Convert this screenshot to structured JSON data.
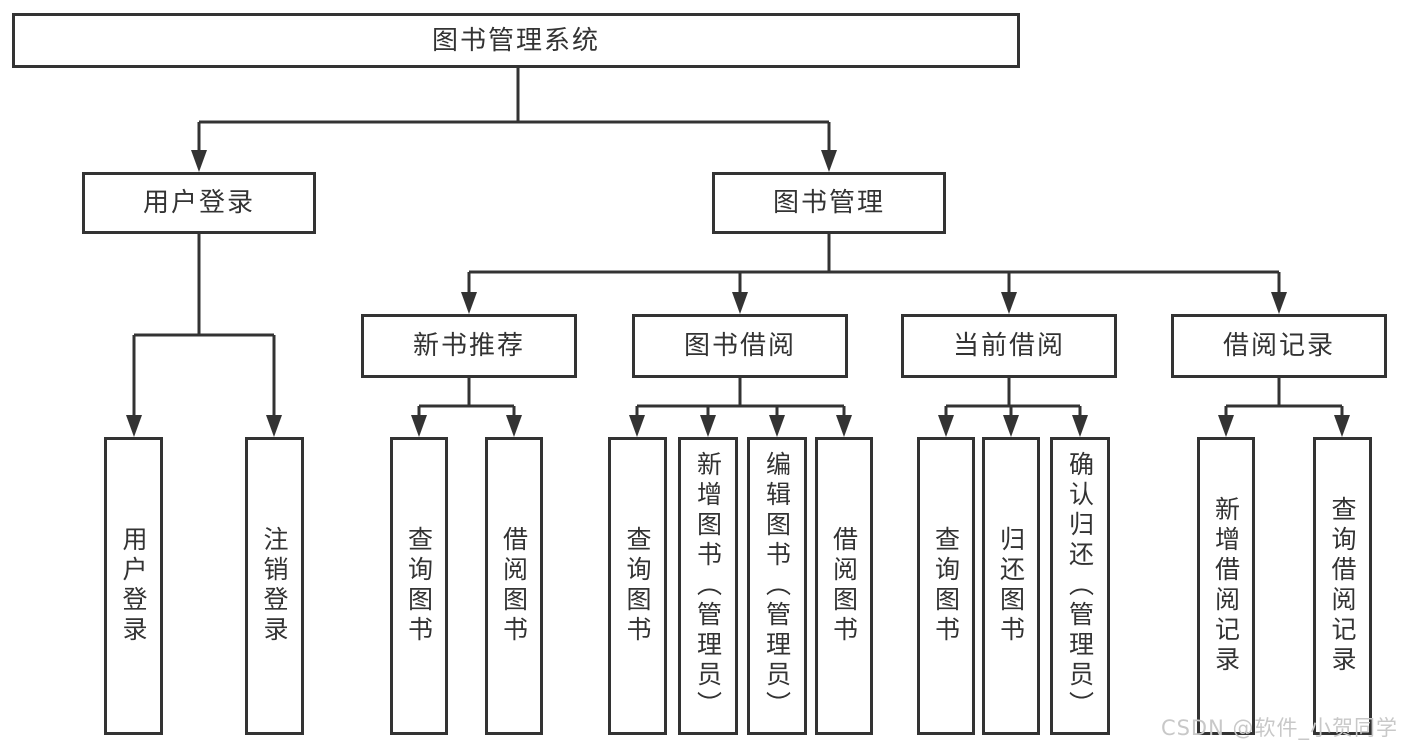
{
  "diagram": {
    "root": {
      "label": "图书管理系统"
    },
    "branches": [
      {
        "label": "用户登录",
        "children": [
          {
            "label": "用户登录"
          },
          {
            "label": "注销登录"
          }
        ]
      },
      {
        "label": "图书管理",
        "groups": [
          {
            "label": "新书推荐",
            "children": [
              {
                "label": "查询图书"
              },
              {
                "label": "借阅图书"
              }
            ]
          },
          {
            "label": "图书借阅",
            "children": [
              {
                "label": "查询图书"
              },
              {
                "label": "新增图书（管理员）"
              },
              {
                "label": "编辑图书（管理员）"
              },
              {
                "label": "借阅图书"
              }
            ]
          },
          {
            "label": "当前借阅",
            "children": [
              {
                "label": "查询图书"
              },
              {
                "label": "归还图书"
              },
              {
                "label": "确认归还（管理员）"
              }
            ]
          },
          {
            "label": "借阅记录",
            "children": [
              {
                "label": "新增借阅记录"
              },
              {
                "label": "查询借阅记录"
              }
            ]
          }
        ]
      }
    ]
  },
  "watermark": {
    "text": "CSDN @软件_小贺同学"
  },
  "colors": {
    "line": "#333333",
    "text": "#333333",
    "watermark": "#c8c8c8",
    "background": "#ffffff"
  }
}
